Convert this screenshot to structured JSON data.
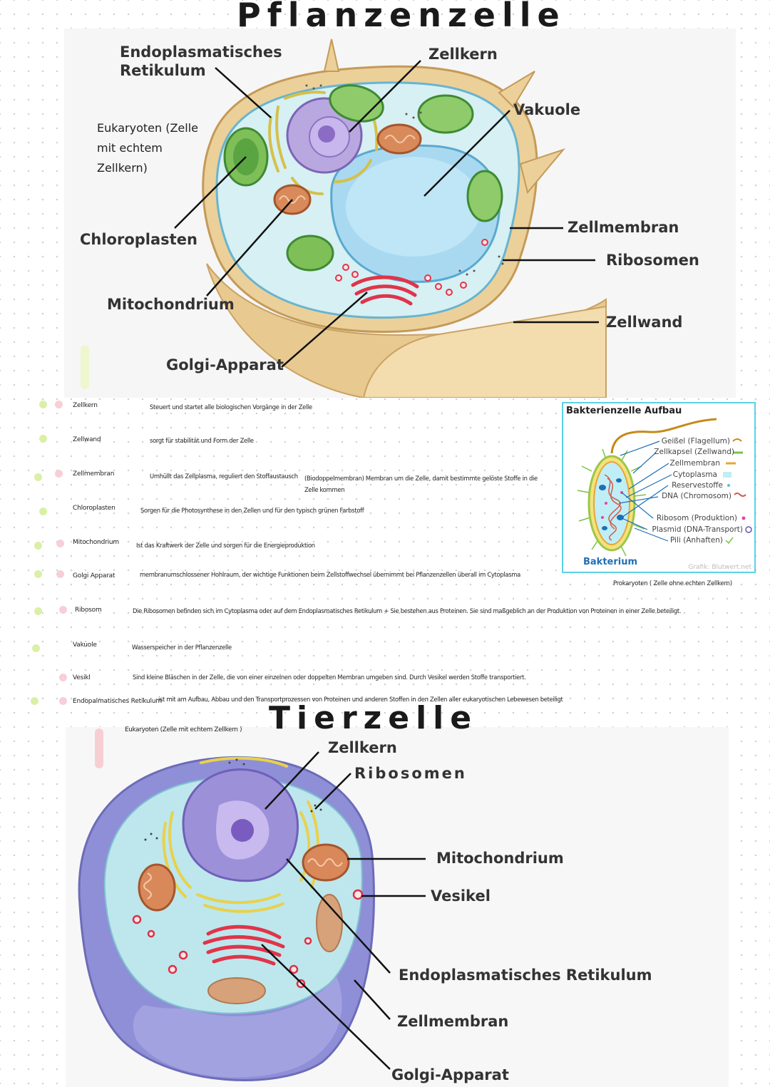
{
  "plant": {
    "title": "Pflanzenzelle",
    "note": "Eukaryoten (Zelle mit echtem Zellkern)",
    "labels": {
      "er": "Endoplasmatisches Retikulum",
      "nucleus": "Zellkern",
      "vacuole": "Vakuole",
      "chloroplast": "Chloroplasten",
      "membrane": "Zellmembran",
      "ribosome": "Ribosomen",
      "mitochondrion": "Mitochondrium",
      "wall": "Zellwand",
      "golgi": "Golgi-Apparat"
    }
  },
  "glossary": [
    {
      "term": "Zellkern",
      "def": "Steuert und startet alle biologischen Vorgänge in der Zelle"
    },
    {
      "term": "Zellwand",
      "def": "sorgt für stabilität und Form der Zelle"
    },
    {
      "term": "Zellmembran",
      "def": "Umhüllt das Zellplasma, reguliert den Stoffaustausch",
      "extra": "(Biodoppelmembran) Membran um die Zelle, damit bestimmte gelöste Stoffe in die Zelle kommen"
    },
    {
      "term": "Chloroplasten",
      "def": "Sorgen für die Photosynthese in den Zellen und für den typisch grünen Farbstoff"
    },
    {
      "term": "Mitochondrium",
      "def": "Ist das Kraftwerk der Zelle und sorgen für die Energieproduktion"
    },
    {
      "term": "Golgi Apparat",
      "def": "membranumschlossener Hohlraum, der wichtige Funktionen beim Zellstoffwechsel übernimmt bei Pflanzenzellen überall im Cytoplasma"
    },
    {
      "term": "Ribosom",
      "def": "Die Ribosomen befinden sich im Cytoplasma oder auf dem Endoplasmatisches Retikulum + Sie bestehen aus Proteinen. Sie sind maßgeblich an der Produktion von Proteinen in einer Zelle beteiligt."
    },
    {
      "term": "Vakuole",
      "def": "Wasserspeicher in der Pflanzenzelle"
    },
    {
      "term": "Vesikl",
      "def": "Sind kleine Bläschen in der Zelle, die von einer einzelnen oder doppelten Membran umgeben sind. Durch Vesikel werden Stoffe transportiert."
    },
    {
      "term": "Endopalmatisches Retikulum",
      "def": "ist mit am Aufbau, Abbau und den Transportprozessen von Proteinen und anderen Stoffen in den Zellen aller eukaryotischen Lebewesen beteiligt"
    }
  ],
  "bacteria": {
    "title": "Bakterienzelle Aufbau",
    "labels": [
      "Geißel (Flagellum)",
      "Zellkapsel (Zellwand)",
      "Zellmembran",
      "Cytoplasma",
      "Reservestoffe",
      "DNA (Chromosom)",
      "Ribosom (Produktion)",
      "Plasmid (DNA-Transport)",
      "Pili (Anhaften)"
    ],
    "name": "Bakterium",
    "credit": "Grafik: Blutwert.net",
    "note": "Prokaryoten ( Zelle ohne echten Zellkern)"
  },
  "animal": {
    "title": "Tierzelle",
    "note": "Eukaryoten (Zelle mit echtem Zellkern )",
    "labels": {
      "nucleus": "Zellkern",
      "ribosome": "Ribosomen",
      "mitochondrion": "Mitochondrium",
      "vesicle": "Vesikel",
      "er": "Endoplasmatisches Retikulum",
      "membrane": "Zellmembran",
      "golgi": "Golgi-Apparat"
    }
  }
}
